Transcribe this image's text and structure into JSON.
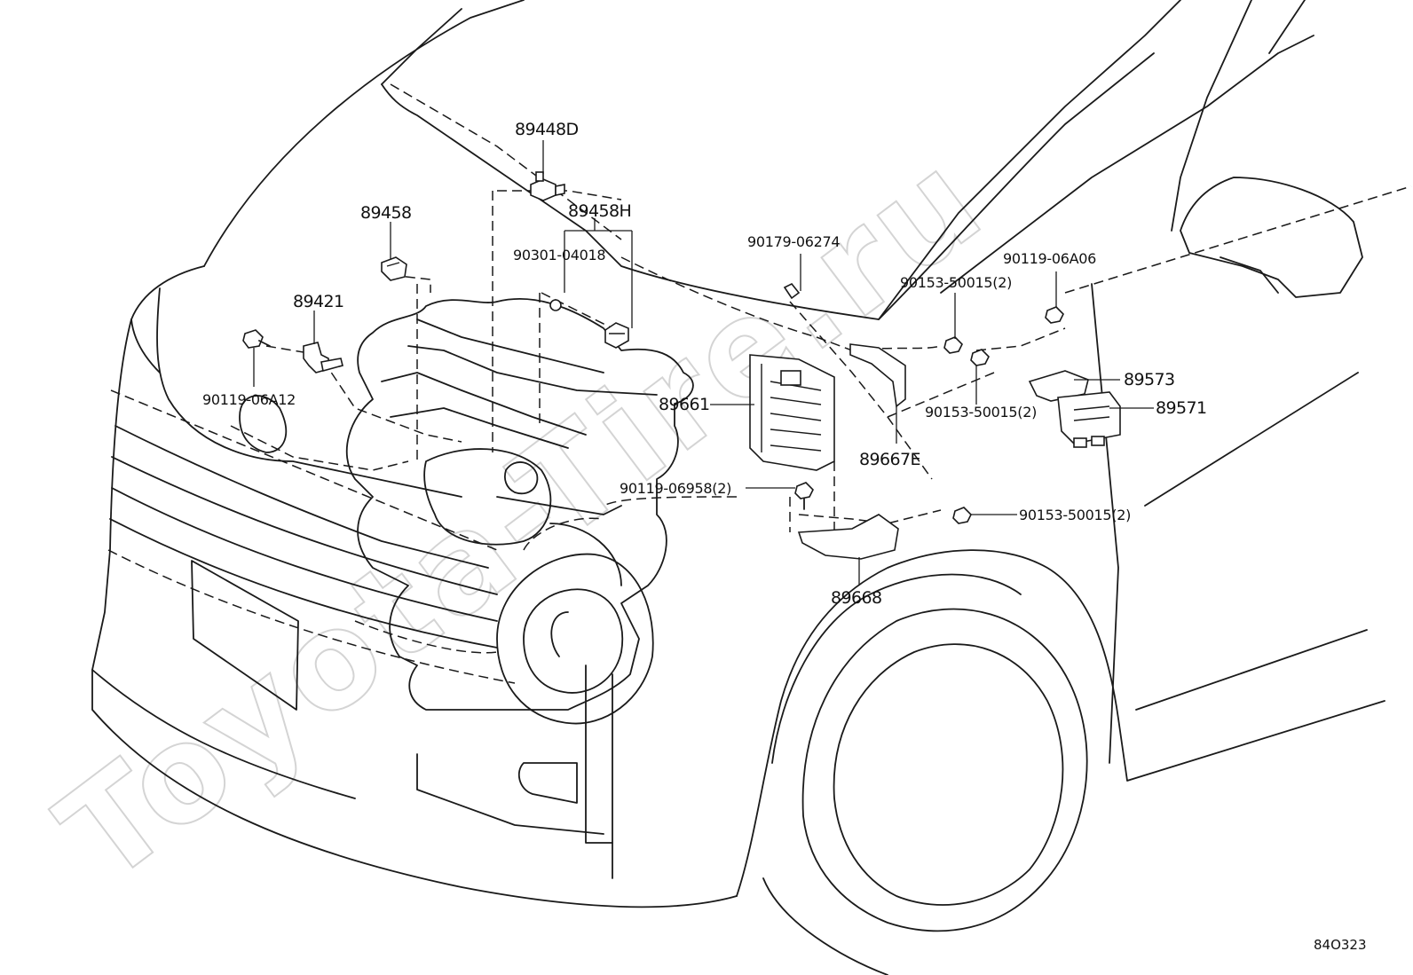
{
  "watermark": "Toyota-Tire.ru",
  "diagram_code": "84O323",
  "parts": {
    "p89448D": "89448D",
    "p89458H": "89458H",
    "p89458": "89458",
    "p90301": "90301-04018",
    "p89421": "89421",
    "p90119_06A12": "90119-06A12",
    "p90179": "90179-06274",
    "p90119_06A06": "90119-06A06",
    "p90153_a": "90153-50015(2)",
    "p89573": "89573",
    "p89571": "89571",
    "p90153_b": "90153-50015(2)",
    "p89661": "89661",
    "p89667E": "89667E",
    "p90119_06958": "90119-06958(2)",
    "p90153_c": "90153-50015(2)",
    "p89668": "89668"
  }
}
